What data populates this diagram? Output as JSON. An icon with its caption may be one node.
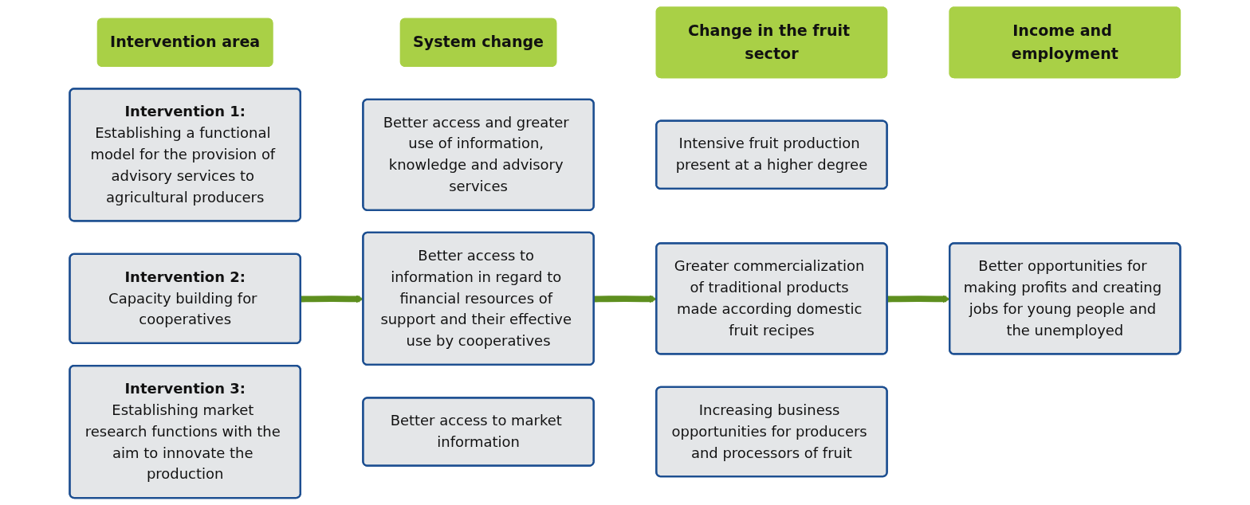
{
  "diagram": {
    "nodes": [
      {
        "text": [
          "Intervention area"
        ]
      },
      {
        "text": [
          "System change"
        ]
      },
      {
        "text": [
          "Change in the fruit sector"
        ]
      },
      {
        "text": [
          "Income and employment"
        ]
      },
      {
        "text": [
          "Intervention 1:",
          "Establishing a functional model for the provision of advisory services to agricultural producers"
        ]
      },
      {
        "text": [
          "Better access and greater use of information, knowledge and advisory services"
        ]
      },
      {
        "text": [
          "Intensive fruit production present at a higher degree"
        ]
      },
      {
        "text": [
          "Better opportunities for making profits and creating jobs for young people and the unemployed"
        ]
      },
      {
        "text": [
          "Intervention 2:",
          "Capacity building for cooperatives"
        ]
      },
      {
        "text": [
          "Better access to information in regard to financial resources of support and their effective use by cooperatives"
        ]
      },
      {
        "text": [
          "Greater commercialization of traditional products made according domestic fruit recipes"
        ]
      },
      {
        "text": [
          "Intervention 3:",
          "Establishing market research functions with the aim to innovate the production"
        ]
      },
      {
        "text": [
          "Better access to market information"
        ]
      },
      {
        "text": [
          "Increasing business opportunities for producers and processors of fruit"
        ]
      }
    ],
    "edges": [
      {
        "from": 8,
        "to": 9,
        "arrow": "to"
      },
      {
        "from": 9,
        "to": 10,
        "arrow": "to"
      },
      {
        "from": 10,
        "to": 7,
        "arrow": "to"
      }
    ]
  }
}
